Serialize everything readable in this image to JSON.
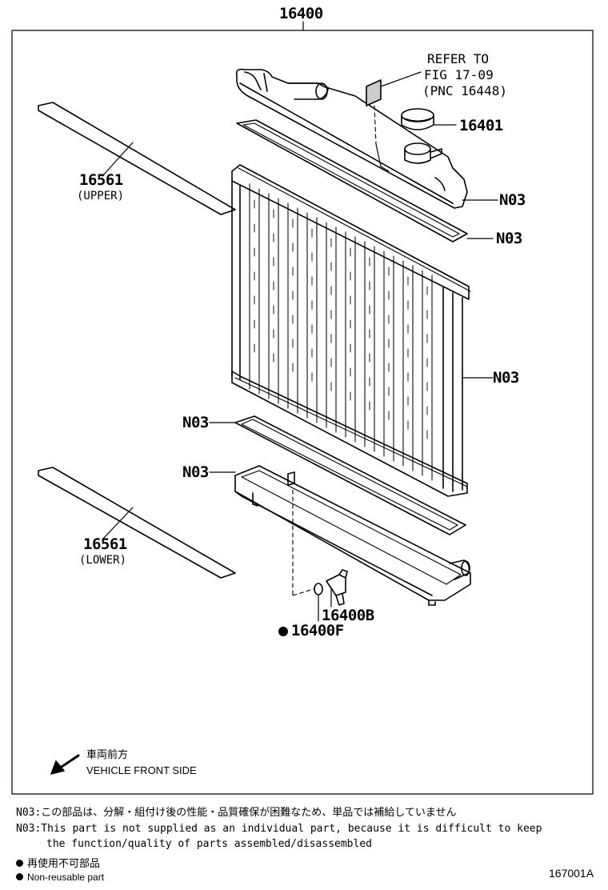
{
  "assembly": {
    "part_number": "16400"
  },
  "callouts": {
    "refer_line1": "REFER TO",
    "refer_line2": "FIG 17-09",
    "refer_line3": "(PNC 16448)",
    "cap": "16401",
    "tank_upper": "N03",
    "gasket_upper": "N03",
    "core": "N03",
    "gasket_lower": "N03",
    "tank_lower": "N03",
    "seal_upper": "16561",
    "seal_upper_sub": "(UPPER)",
    "seal_lower": "16561",
    "seal_lower_sub": "(LOWER)",
    "drain_cock": "16400B",
    "drain_oring": "16400F"
  },
  "orientation": {
    "jp": "車両前方",
    "en": "VEHICLE FRONT SIDE"
  },
  "notes": {
    "jp": "N03:この部品は、分解・組付け後の性能・品質確保が困難なため、単品では補給していません",
    "en_line1": "N03:This part is not supplied as an individual part, because it is difficult to keep",
    "en_line2": "the function/quality of parts assembled/disassembled"
  },
  "legend": {
    "jp": "再使用不可部品",
    "en": "Non-reusable part"
  },
  "figure_id": "167001A"
}
